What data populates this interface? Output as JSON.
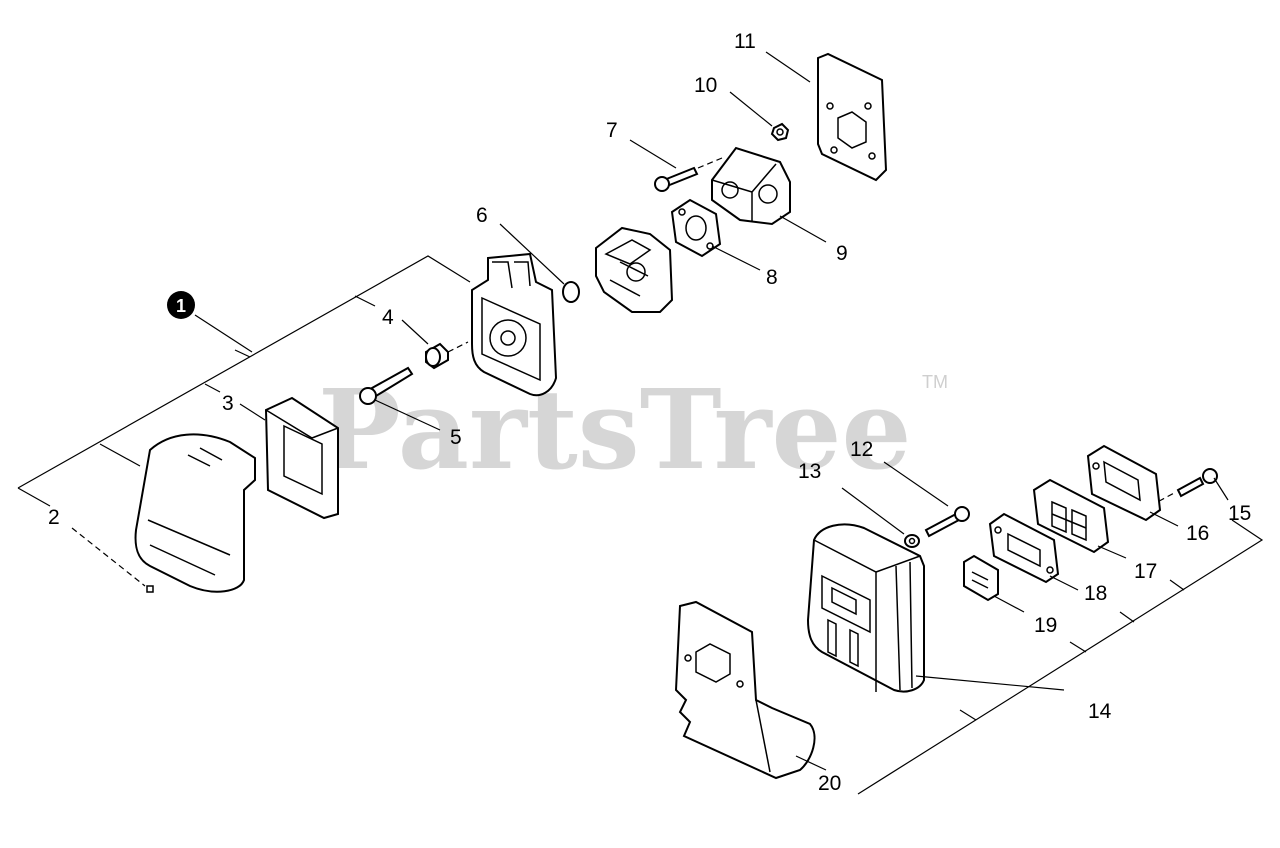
{
  "watermark": {
    "text": "PartsTree",
    "trademark": "TM"
  },
  "kit_marker": {
    "label": "1"
  },
  "callouts": {
    "c2": "2",
    "c3": "3",
    "c4": "4",
    "c5": "5",
    "c6": "6",
    "c7": "7",
    "c8": "8",
    "c9": "9",
    "c10": "10",
    "c11": "11",
    "c12": "12",
    "c13": "13",
    "c14": "14",
    "c15": "15",
    "c16": "16",
    "c17": "17",
    "c18": "18",
    "c19": "19",
    "c20": "20"
  }
}
